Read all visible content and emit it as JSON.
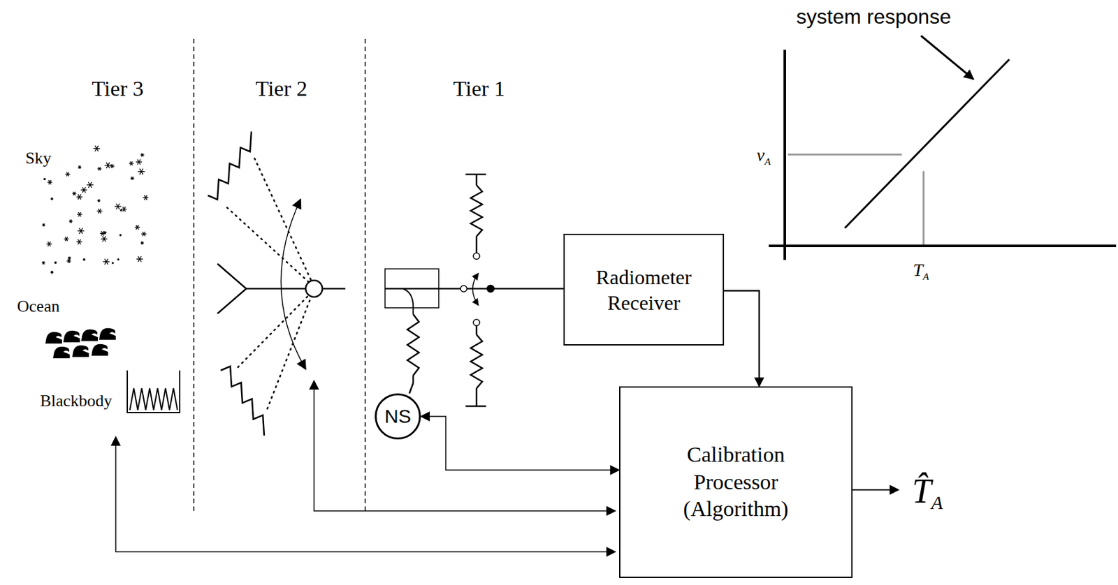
{
  "diagram": {
    "nodes": [
      {
        "text": [
          "Radiometer Receiver"
        ]
      },
      {
        "text": [
          "Calibration Processor (Algorithm)"
        ]
      },
      {
        "text": [
          "NS"
        ]
      }
    ],
    "edges": [
      {
        "from": 0,
        "to": 1,
        "arrow": "to"
      },
      {
        "from": 1,
        "to": 2,
        "arrow": "both"
      }
    ],
    "labels": [
      "system response",
      "Tier 3",
      "Tier 2",
      "Tier 1",
      "Sky",
      "Ocean",
      "Blackbody",
      "vA",
      "TA",
      "T̂A"
    ]
  }
}
